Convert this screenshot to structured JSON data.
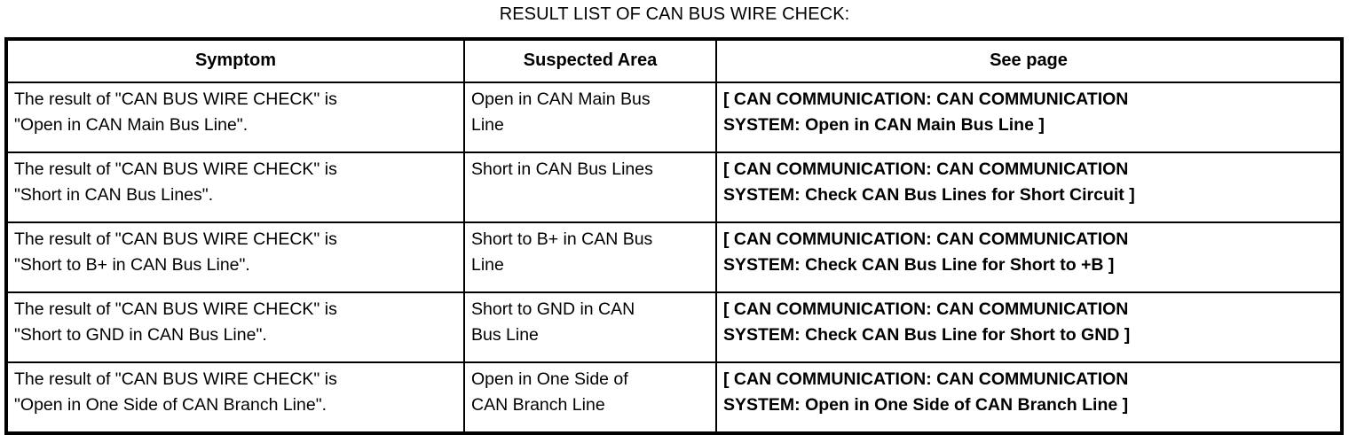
{
  "document": {
    "title": "RESULT LIST OF CAN BUS WIRE CHECK:"
  },
  "table": {
    "columns": [
      {
        "key": "symptom",
        "header": "Symptom"
      },
      {
        "key": "suspected_area",
        "header": "Suspected Area"
      },
      {
        "key": "see_page",
        "header": "See page"
      }
    ],
    "rows": [
      {
        "symptom": "The result of \"CAN BUS WIRE CHECK\" is\n\"Open in CAN Main Bus Line\".",
        "suspected_area": "Open in CAN Main Bus\nLine",
        "see_page": "[ CAN COMMUNICATION: CAN COMMUNICATION\nSYSTEM: Open in CAN Main Bus Line ]"
      },
      {
        "symptom": "The result of \"CAN BUS WIRE CHECK\" is\n\"Short in CAN Bus Lines\".",
        "suspected_area": "Short in CAN Bus Lines",
        "see_page": "[ CAN COMMUNICATION: CAN COMMUNICATION\nSYSTEM: Check CAN Bus Lines for Short Circuit ]"
      },
      {
        "symptom": "The result of \"CAN BUS WIRE CHECK\" is\n\"Short to B+ in CAN Bus Line\".",
        "suspected_area": "Short to B+ in CAN Bus\nLine",
        "see_page": "[ CAN COMMUNICATION: CAN COMMUNICATION\nSYSTEM: Check CAN Bus Line for Short to +B ]"
      },
      {
        "symptom": "The result of \"CAN BUS WIRE CHECK\" is\n\"Short to GND in CAN Bus Line\".",
        "suspected_area": "Short to GND in CAN\nBus Line",
        "see_page": "[ CAN COMMUNICATION: CAN COMMUNICATION\nSYSTEM: Check CAN Bus Line for Short to GND ]"
      },
      {
        "symptom": "The result of \"CAN BUS WIRE CHECK\" is\n\"Open in One Side of CAN Branch Line\".",
        "suspected_area": "Open in One Side of\nCAN Branch Line",
        "see_page": "[ CAN COMMUNICATION: CAN COMMUNICATION\nSYSTEM: Open in One Side of CAN Branch Line ]"
      }
    ]
  },
  "colors": {
    "text": "#000000",
    "background": "#ffffff",
    "border": "#000000"
  }
}
